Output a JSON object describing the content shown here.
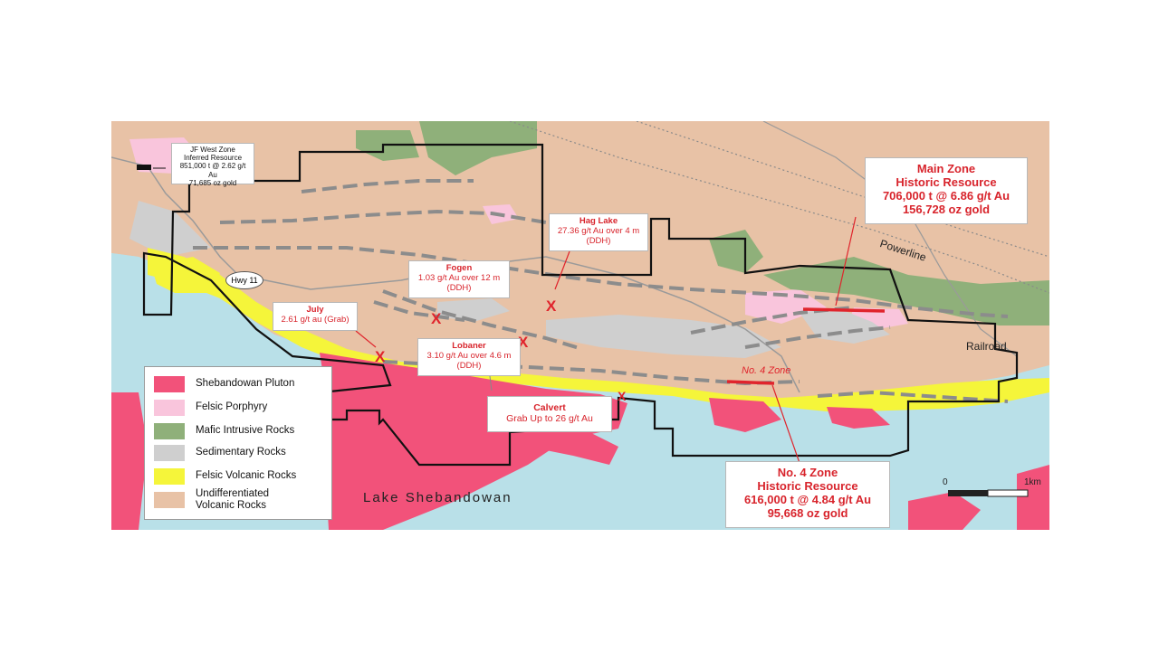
{
  "map": {
    "lake_label": "Lake Shebandowan",
    "hwy_label": "Hwy 11",
    "powerline_label": "Powerline",
    "railroad_label": "Railroad",
    "no4_zone_map_label": "No. 4 Zone"
  },
  "legend": {
    "items": [
      {
        "label": "Shebandowan Pluton",
        "color": "#f2527a"
      },
      {
        "label": "Felsic Porphyry",
        "color": "#f9c5dc"
      },
      {
        "label": "Mafic Intrusive Rocks",
        "color": "#8fb07a"
      },
      {
        "label": "Sedimentary Rocks",
        "color": "#cfcfcf"
      },
      {
        "label": "Felsic Volcanic Rocks",
        "color": "#f5f53a"
      },
      {
        "label": "Undifferentiated Volcanic Rocks",
        "line1": "Undifferentiated",
        "line2": "Volcanic Rocks",
        "color": "#e8c2a6"
      }
    ]
  },
  "scale": {
    "start": "0",
    "end": "1km"
  },
  "callouts": {
    "jf_west": {
      "line1": "JF West Zone",
      "line2": "Inferred Resource",
      "line3": "851,000 t @ 2.62 g/t Au",
      "line4": "71,685 oz gold"
    },
    "hag_lake": {
      "title": "Hag Lake",
      "line1": "27.36 g/t Au over 4 m",
      "line2": "(DDH)"
    },
    "fogen": {
      "title": "Fogen",
      "line1": "1.03 g/t Au over 12 m",
      "line2": "(DDH)"
    },
    "july": {
      "title": "July",
      "line1": "2.61 g/t au (Grab)"
    },
    "lobaner": {
      "title": "Lobaner",
      "line1": "3.10 g/t Au over 4.6 m",
      "line2": "(DDH)"
    },
    "calvert": {
      "title": "Calvert",
      "line1": "Grab Up to 26 g/t Au"
    },
    "main_zone": {
      "line1": "Main Zone",
      "line2": "Historic Resource",
      "line3": "706,000 t @ 6.86 g/t Au",
      "line4": "156,728 oz gold"
    },
    "no4_zone": {
      "line1": "No. 4 Zone",
      "line2": "Historic Resource",
      "line3": "616,000 t @ 4.84 g/t Au",
      "line4": "95,668 oz gold"
    }
  }
}
